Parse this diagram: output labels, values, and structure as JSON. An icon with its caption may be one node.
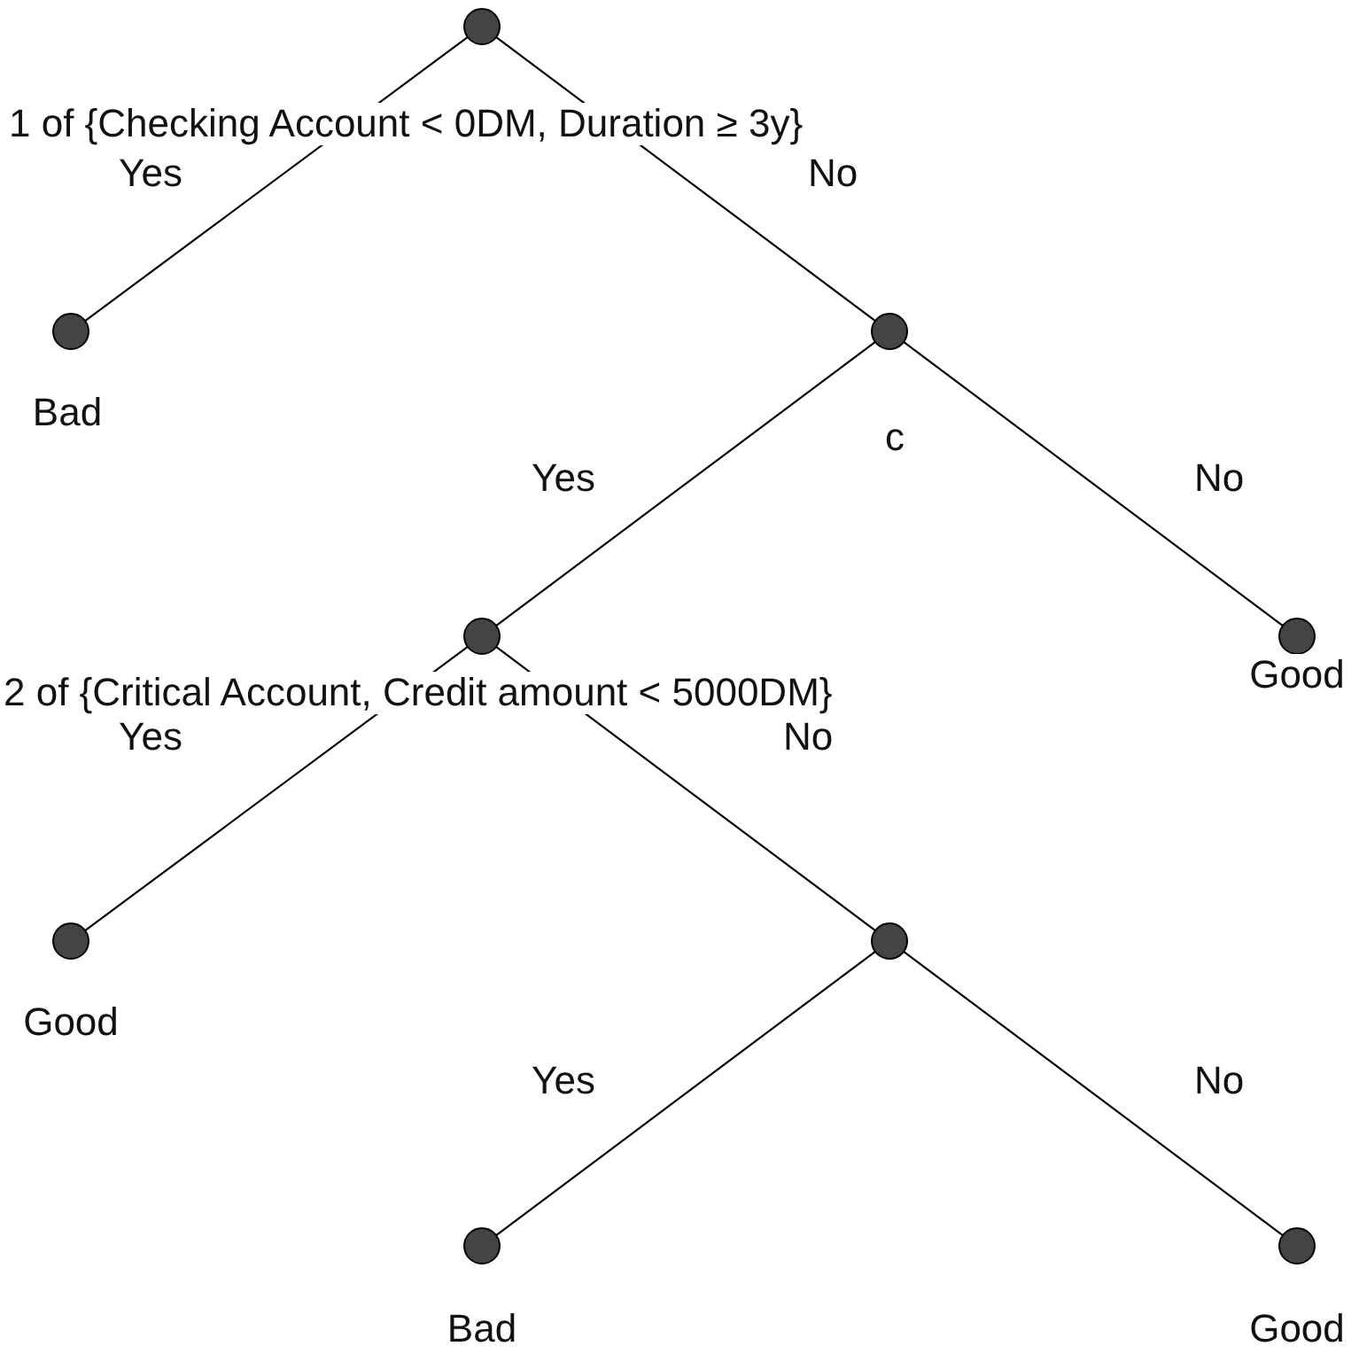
{
  "diagram": {
    "nodes": [
      {
        "text": [],
        "shape": "circle",
        "beside": [
          "1 of {Checking Account < 0DM, Duration ≥ 3y}"
        ]
      },
      {
        "text": [],
        "shape": "circle",
        "beside": [
          "Bad"
        ]
      },
      {
        "text": [],
        "shape": "circle",
        "beside": [
          "c"
        ]
      },
      {
        "text": [],
        "shape": "circle",
        "beside": [
          "2 of {Critical Account, Credit amount < 5000DM}"
        ]
      },
      {
        "text": [],
        "shape": "circle",
        "beside": [
          "Good"
        ]
      },
      {
        "text": [],
        "shape": "circle",
        "beside": [
          "Good"
        ]
      },
      {
        "text": [],
        "shape": "circle"
      },
      {
        "text": [],
        "shape": "circle",
        "beside": [
          "Bad"
        ]
      },
      {
        "text": [],
        "shape": "circle",
        "beside": [
          "Good"
        ]
      }
    ],
    "edges": [
      {
        "from": 0,
        "to": 1,
        "arrow": "none",
        "label": "Yes"
      },
      {
        "from": 0,
        "to": 2,
        "arrow": "none",
        "label": "No"
      },
      {
        "from": 2,
        "to": 3,
        "arrow": "none",
        "label": "Yes"
      },
      {
        "from": 2,
        "to": 4,
        "arrow": "none",
        "label": "No"
      },
      {
        "from": 3,
        "to": 5,
        "arrow": "none",
        "label": "Yes"
      },
      {
        "from": 3,
        "to": 6,
        "arrow": "none",
        "label": "No"
      },
      {
        "from": 6,
        "to": 7,
        "arrow": "none",
        "label": "Yes"
      },
      {
        "from": 6,
        "to": 8,
        "arrow": "none",
        "label": "No"
      }
    ]
  }
}
